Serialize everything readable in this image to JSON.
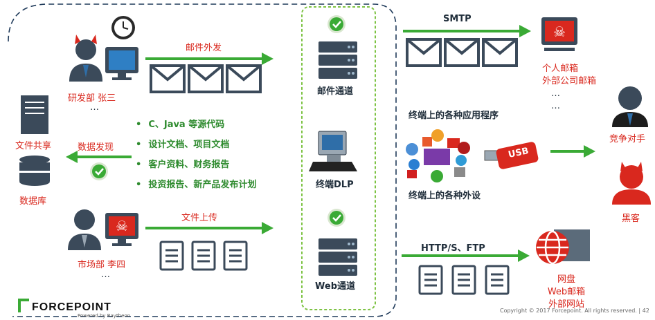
{
  "colors": {
    "accent_green": "#3aaa35",
    "accent_red": "#d9281e",
    "icon_dark": "#3b4a5a"
  },
  "left": {
    "dev_label": "研发部 张三",
    "dev_more": "…",
    "email_out_label": "邮件外发",
    "fileshare_label": "文件共享",
    "database_label": "数据库",
    "discovery_label": "数据发现",
    "bullets": [
      "C、Java 等源代码",
      "设计文档、项目文档",
      "客户资料、财务报告",
      "投资报告、新产品发布计划"
    ],
    "marketing_label": "市场部 李四",
    "marketing_more": "…",
    "file_upload_label": "文件上传"
  },
  "middle": {
    "mail_channel": "邮件通道",
    "endpoint_dlp": "终端DLP",
    "web_channel": "Web通道"
  },
  "right": {
    "smtp_label": "SMTP",
    "personal_mail": "个人邮箱",
    "external_corp_mail": "外部公司邮箱",
    "ellipsis_1": "…",
    "ellipsis_2": "…",
    "endpoint_apps": "终端上的各种应用程序",
    "endpoint_devices": "终端上的各种外设",
    "usb_text": "USB",
    "competitor": "竞争对手",
    "hacker": "黑客",
    "http_label": "HTTP/S、FTP",
    "netdisk": "网盘",
    "web_mail": "Web邮箱",
    "external_site": "外部网站"
  },
  "footer": {
    "logo": "FORCEPOINT",
    "logo_sub": "Powered by Raytheon",
    "copyright": "Copyright © 2017 Forcepoint. All rights reserved.",
    "page_number": "42"
  }
}
